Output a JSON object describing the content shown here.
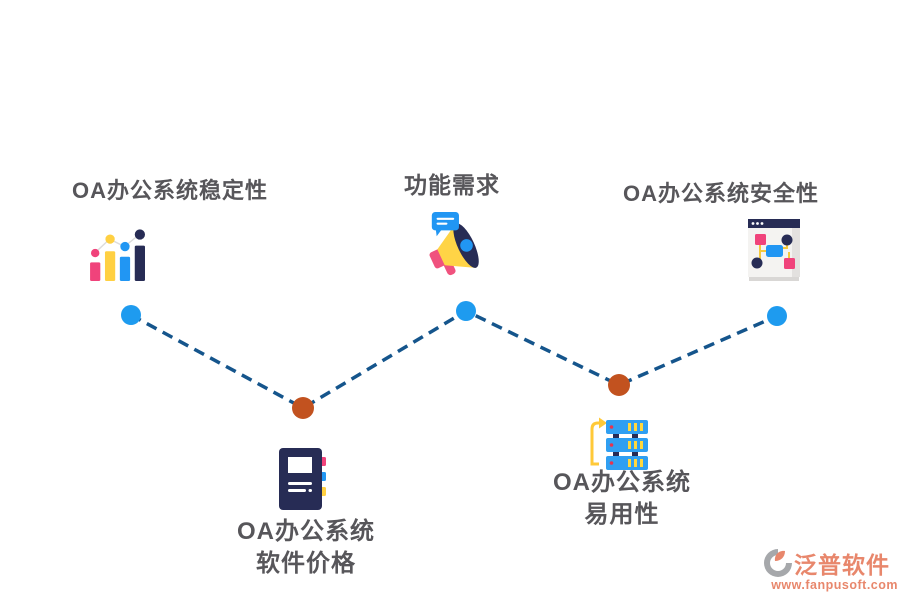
{
  "diagram": {
    "title_present": false,
    "nodes": [
      {
        "id": "stability",
        "lines": [
          "OA办公系统稳定性"
        ],
        "icon": "bar-chart-icon",
        "dot_color": "#1E9BEF"
      },
      {
        "id": "features",
        "lines": [
          "功能需求"
        ],
        "icon": "megaphone-icon",
        "dot_color": "#1E9BEF"
      },
      {
        "id": "security",
        "lines": [
          "OA办公系统安全性"
        ],
        "icon": "flowchart-window-icon",
        "dot_color": "#1E9BEF"
      },
      {
        "id": "price",
        "lines": [
          "OA办公系统",
          "软件价格"
        ],
        "icon": "notebook-icon",
        "dot_color": "#C2521F"
      },
      {
        "id": "usability",
        "lines": [
          "OA办公系统",
          "易用性"
        ],
        "icon": "server-stack-icon",
        "dot_color": "#C2521F"
      }
    ],
    "colors": {
      "label_text": "#57565A",
      "dash_line": "#15558C",
      "dot_blue": "#1E9BEF",
      "dot_orange": "#C2521F",
      "accent_pink": "#F0437B",
      "accent_yellow": "#FFD042",
      "accent_blue": "#2196F3",
      "accent_navy": "#272C55"
    }
  },
  "watermark": {
    "brand": "泛普软件",
    "url": "www.fanpusoft.com",
    "color": "#E8876C"
  }
}
